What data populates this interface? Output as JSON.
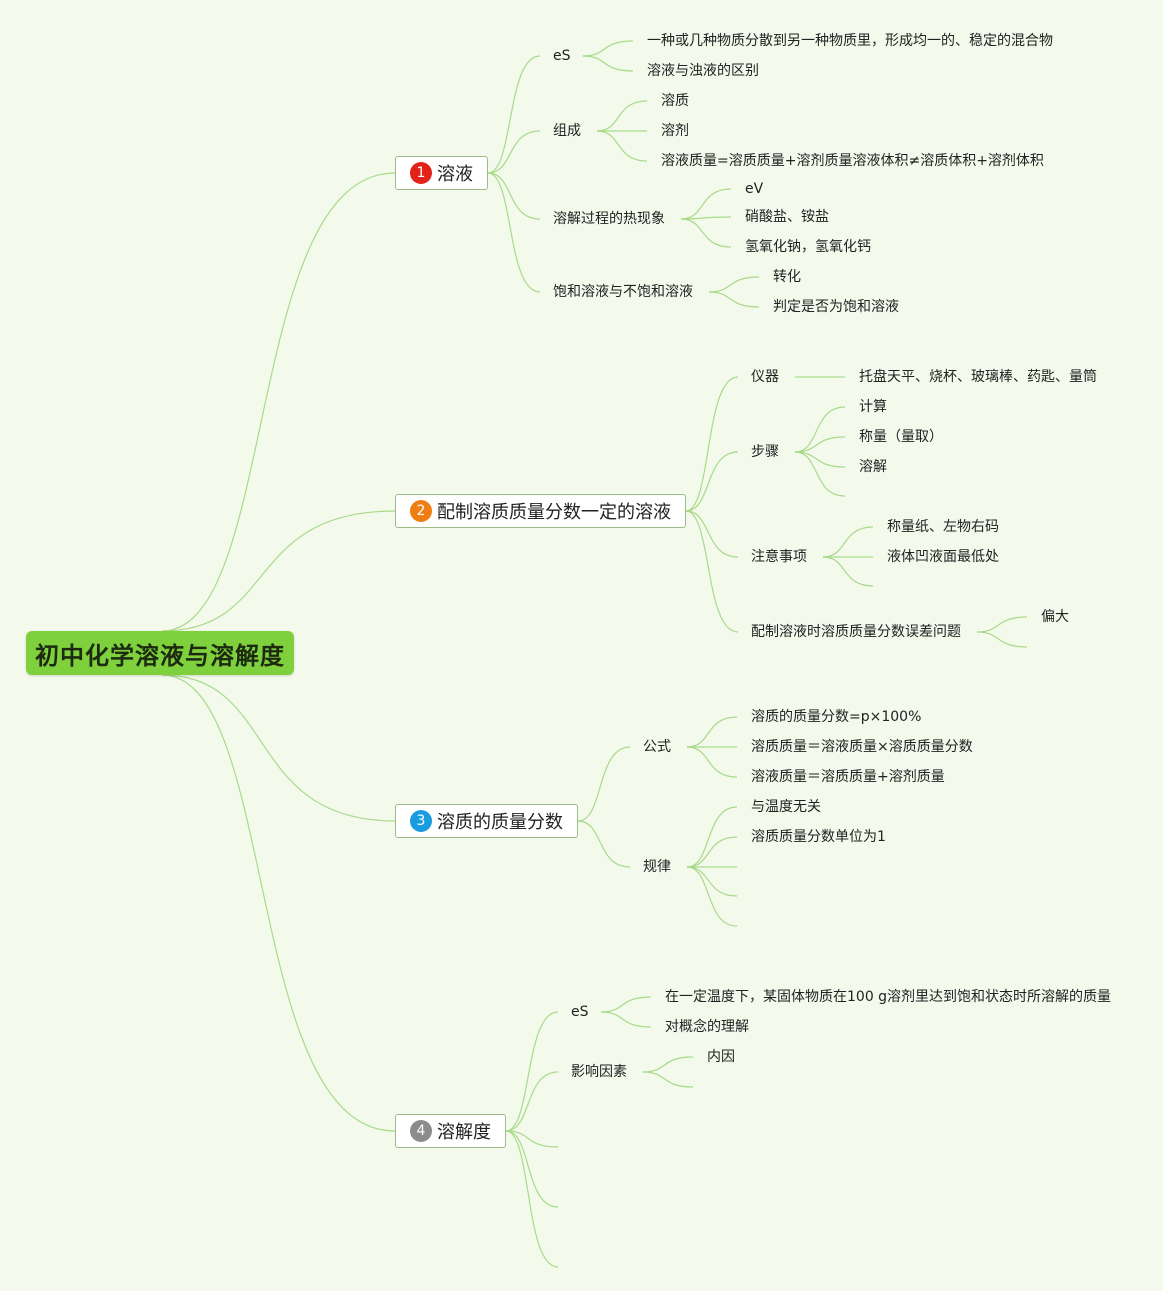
{
  "root": "初中化学溶液与溶解度",
  "colors": {
    "edge": "#a9d98b",
    "root_fill": "#7ed13c",
    "badge_1": "#e2231a",
    "badge_2": "#ef7d14",
    "badge_3": "#1a9de0",
    "badge_4": "#8c8c8c"
  },
  "branches": [
    {
      "num": "1",
      "label": "溶液",
      "children": [
        {
          "label": "eS",
          "children": [
            "一种或几种物质分散到另一种物质里，形成均一的、稳定的混合物",
            "溶液与浊液的区别"
          ]
        },
        {
          "label": "组成",
          "children": [
            "溶质",
            "溶剂",
            "溶液质量=溶质质量+溶剂质量溶液体积≠溶质体积+溶剂体积"
          ]
        },
        {
          "label": "溶解过程的热现象",
          "children": [
            "eV",
            "硝酸盐、铵盐",
            "氢氧化钠，氢氧化钙"
          ]
        },
        {
          "label": "饱和溶液与不饱和溶液",
          "children": [
            "转化",
            "判定是否为饱和溶液"
          ]
        }
      ]
    },
    {
      "num": "2",
      "label": "配制溶质质量分数一定的溶液",
      "children": [
        {
          "label": "仪器",
          "children": [
            "托盘天平、烧杯、玻璃棒、药匙、量筒"
          ]
        },
        {
          "label": "步骤",
          "children": [
            "计算",
            "称量（量取）",
            "溶解"
          ]
        },
        {
          "label": "注意事项",
          "children": [
            "称量纸、左物右码",
            "液体凹液面最低处"
          ]
        },
        {
          "label": "配制溶液时溶质质量分数误差问题",
          "children": [
            "偏大"
          ]
        }
      ]
    },
    {
      "num": "3",
      "label": "溶质的质量分数",
      "children": [
        {
          "label": "公式",
          "children": [
            "溶质的质量分数=p×100%",
            "溶质质量＝溶液质量×溶质质量分数",
            "溶液质量＝溶质质量+溶剂质量"
          ]
        },
        {
          "label": "规律",
          "children": [
            "与温度无关",
            "溶质质量分数单位为1"
          ]
        }
      ]
    },
    {
      "num": "4",
      "label": "溶解度",
      "children": [
        {
          "label": "eS",
          "children": [
            "在一定温度下，某固体物质在100 g溶剂里达到饱和状态时所溶解的质量",
            "对概念的理解"
          ]
        },
        {
          "label": "影响因素",
          "children": [
            "内因"
          ]
        }
      ]
    }
  ]
}
